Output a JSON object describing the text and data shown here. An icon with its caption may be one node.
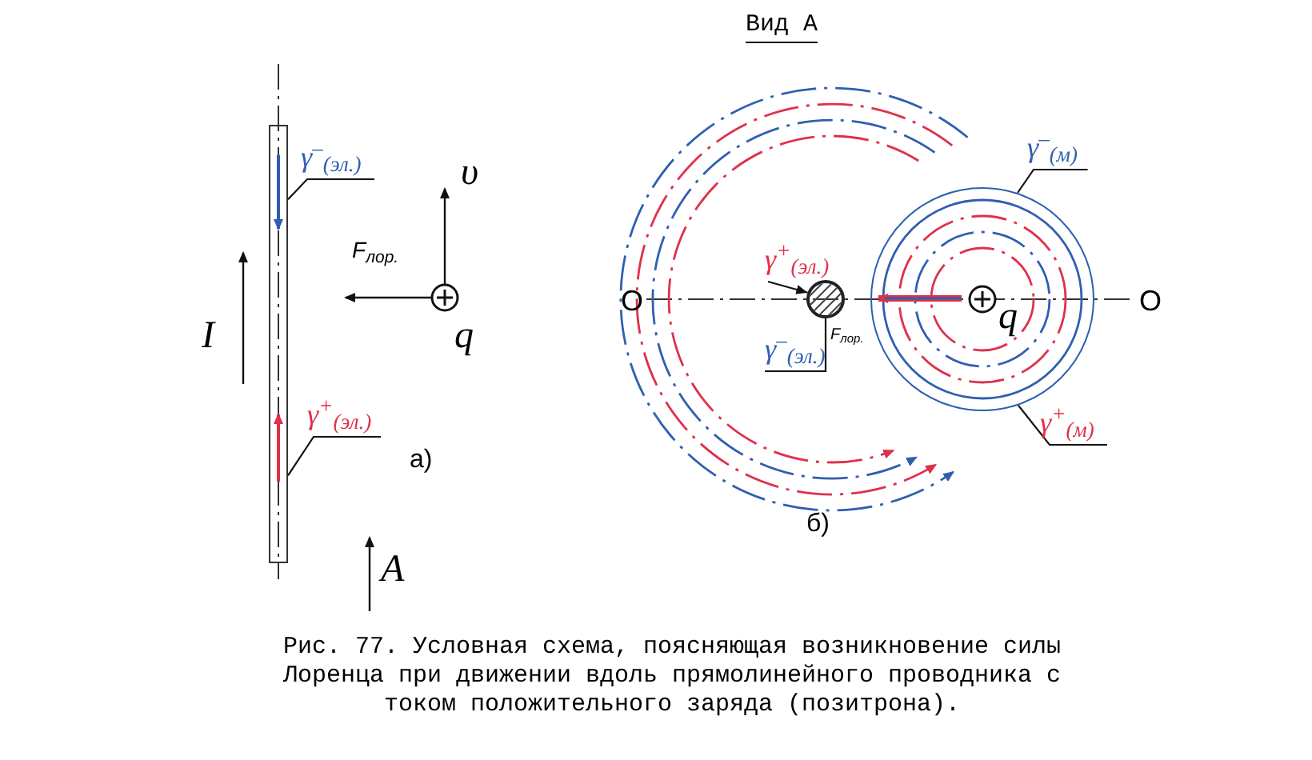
{
  "diagram": {
    "caption": "Рис. 77. Условная схема, поясняющая возникновение силы Лоренца при движении вдоль прямолинейного проводника с током положительного заряда (позитрона).",
    "nodes": [
      {
        "text": [
          "γ$^{–}$$_{(эл.)}$"
        ]
      },
      {
        "text": [],
        "shape": "bar"
      },
      {
        "text": [
          "γ$^{+}$$_{(эл.)}$"
        ]
      },
      {
        "text": [
          "γ$^{+}$$_{(эл.)}$"
        ]
      },
      {
        "text": [],
        "shape": "circle"
      },
      {
        "text": [
          "γ$^{–}$$_{(эл.)}$"
        ]
      },
      {
        "text": [
          "γ$^{–}$$_{(м)}$"
        ]
      },
      {
        "text": [
          "γ$^{+}$$_{(м)}$"
        ]
      },
      {
        "text": [],
        "shape": "circle"
      }
    ],
    "edges": [
      {
        "from": 0,
        "to": 1,
        "arrow": "none"
      },
      {
        "from": 2,
        "to": 1,
        "arrow": "none"
      },
      {
        "from": 3,
        "to": 4,
        "arrow": "to"
      },
      {
        "from": 5,
        "to": 4,
        "arrow": "none"
      },
      {
        "from": 6,
        "to": 8,
        "arrow": "none"
      },
      {
        "from": 7,
        "to": 8,
        "arrow": "none"
      }
    ],
    "labels": [
      "Вид А",
      "υ",
      "F$_{лор.}$",
      "q",
      "I",
      "а)",
      "A",
      "O",
      "F$_{лор.}$",
      "q",
      "O",
      "б)"
    ]
  }
}
